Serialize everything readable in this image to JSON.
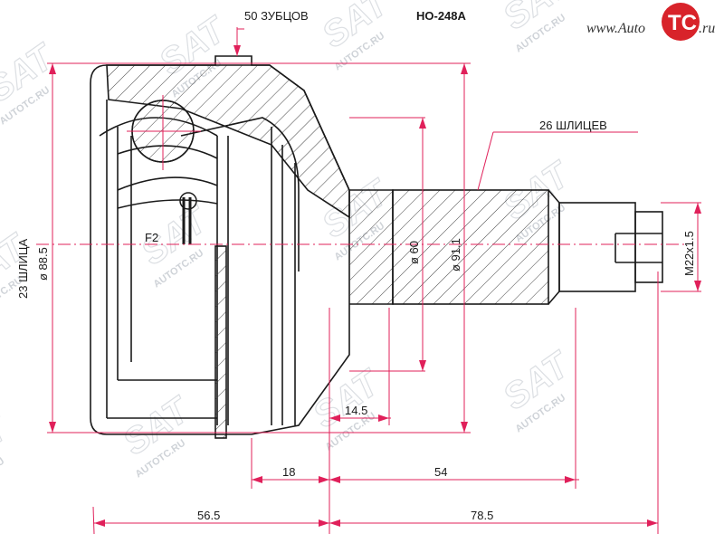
{
  "part_number": "HO-248A",
  "labels": {
    "teeth": "50 ЗУБЦОВ",
    "outer_splines": "26 ШЛИЦЕВ",
    "inner_splines": "23 ШЛИЦА",
    "thread": "M22x1.5",
    "callout": "F2"
  },
  "dimensions": {
    "d_inner": "ø 88.5",
    "d60": "ø 60",
    "d91": "ø 91.1",
    "len_14_5": "14.5",
    "len_18": "18",
    "len_54": "54",
    "len_56_5": "56.5",
    "len_78_5": "78.5"
  },
  "logo": {
    "prefix": "www.Auto",
    "mark": "TC",
    "suffix": ".ru"
  },
  "watermark": {
    "site": "AUTOTC.RU",
    "brand": "SAT"
  },
  "colors": {
    "line": "#1a1a1a",
    "dim": "#e0205a",
    "logo_red": "#d8232a",
    "hatch": "#444444"
  }
}
